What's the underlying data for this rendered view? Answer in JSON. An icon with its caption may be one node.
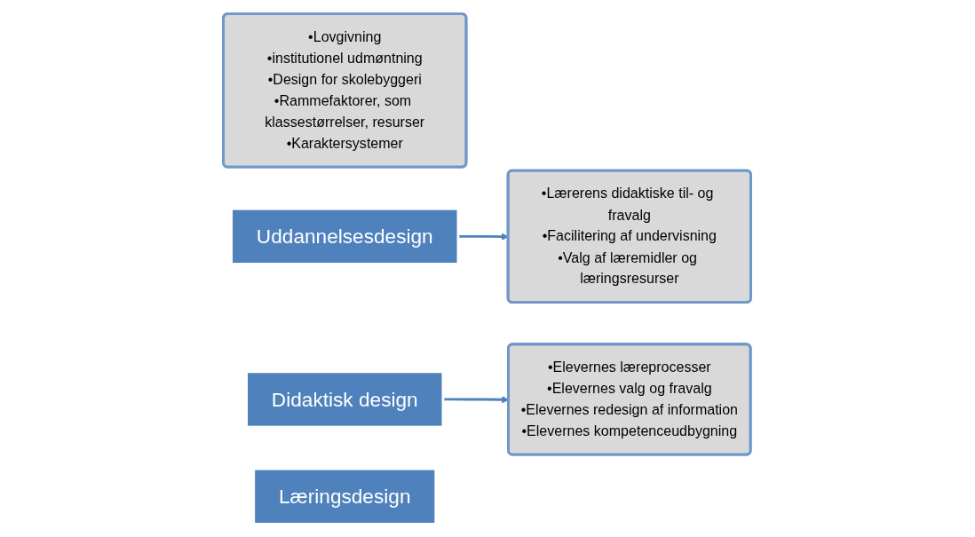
{
  "diagram": {
    "nodes": [
      {
        "text": [
          "•Lovgivning",
          "•institutionel udmøntning",
          "•Design for skolebyggeri",
          "•Rammefaktorer, som klassestørrelser, resurser",
          "•Karaktersystemer"
        ]
      },
      {
        "text": [
          "Uddannelsesdesign"
        ]
      },
      {
        "text": [
          "Didaktisk design"
        ]
      },
      {
        "text": [
          "•Lærerens didaktiske til- og fravalg",
          "•Facilitering af undervisning",
          "•Valg af læremidler og læringsresurser"
        ]
      },
      {
        "text": [
          "•Elevernes læreprocesser",
          "•Elevernes valg og fravalg",
          "•Elevernes redesign af information",
          "•Elevernes kompetenceudbygning"
        ]
      },
      {
        "text": [
          "Læringsdesign"
        ]
      }
    ],
    "edges": [
      {
        "from": 1,
        "to": 3,
        "arrow": "to"
      },
      {
        "from": 2,
        "to": 4,
        "arrow": "to"
      }
    ]
  }
}
